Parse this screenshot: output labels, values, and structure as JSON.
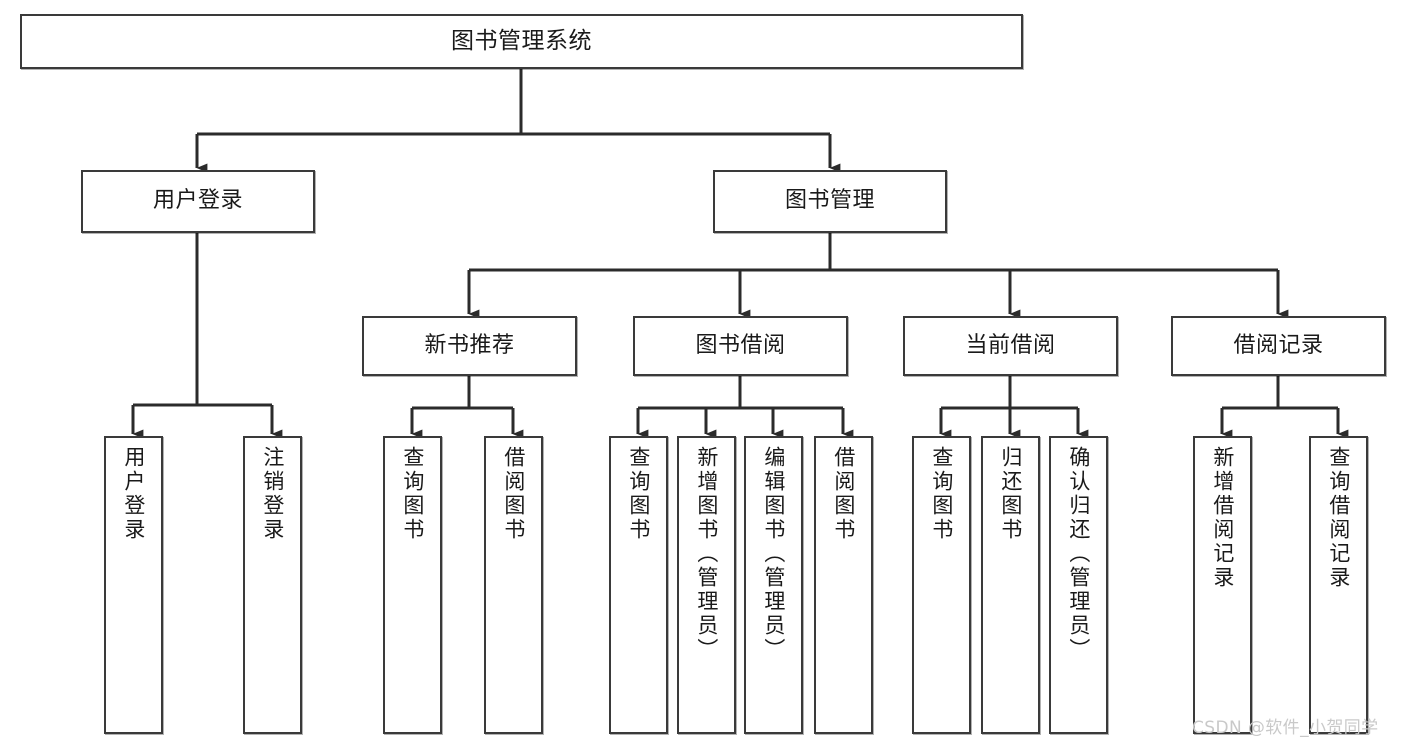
{
  "diagram": {
    "type": "hierarchy-tree",
    "title": "图书管理系统",
    "watermark": "CSDN @软件_小贺同学",
    "colors": {
      "box_border": "#3a3a3a",
      "box_fill": "#ffffff",
      "connector": "#2b2b2b",
      "text": "#1a1a1a",
      "watermark": "#c9c9c9",
      "background": "#ffffff"
    },
    "nodes": {
      "root": {
        "label": "图书管理系统"
      },
      "level2": [
        {
          "label": "用户登录"
        },
        {
          "label": "图书管理"
        }
      ],
      "level3": [
        {
          "label": "新书推荐"
        },
        {
          "label": "图书借阅"
        },
        {
          "label": "当前借阅"
        },
        {
          "label": "借阅记录"
        }
      ],
      "leaves": [
        {
          "label": "用户登录",
          "parent": "用户登录"
        },
        {
          "label": "注销登录",
          "parent": "用户登录"
        },
        {
          "label": "查询图书",
          "parent": "新书推荐"
        },
        {
          "label": "借阅图书",
          "parent": "新书推荐"
        },
        {
          "label": "查询图书",
          "parent": "图书借阅"
        },
        {
          "label": "新增图书（管理员）",
          "parent": "图书借阅"
        },
        {
          "label": "编辑图书（管理员）",
          "parent": "图书借阅"
        },
        {
          "label": "借阅图书",
          "parent": "图书借阅"
        },
        {
          "label": "查询图书",
          "parent": "当前借阅"
        },
        {
          "label": "归还图书",
          "parent": "当前借阅"
        },
        {
          "label": "确认归还（管理员）",
          "parent": "当前借阅"
        },
        {
          "label": "新增借阅记录",
          "parent": "借阅记录"
        },
        {
          "label": "查询借阅记录",
          "parent": "借阅记录"
        }
      ]
    }
  }
}
